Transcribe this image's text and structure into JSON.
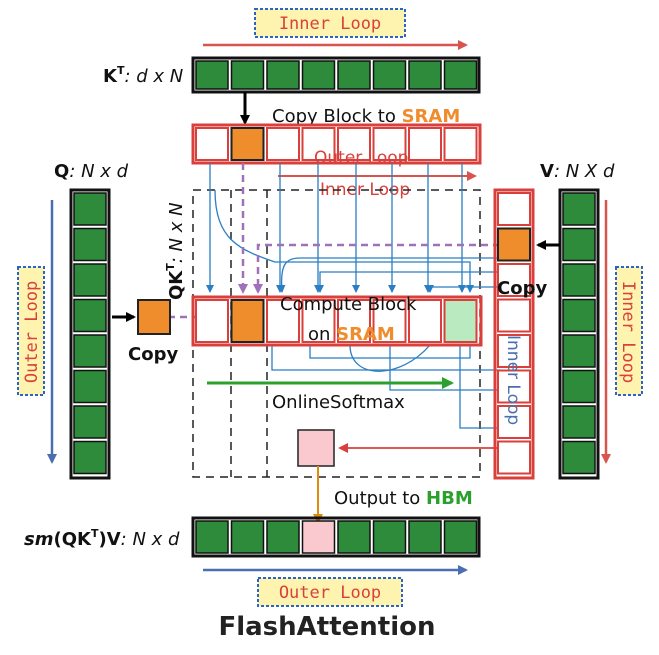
{
  "title": "FlashAttention",
  "colors": {
    "green": "#2e8b3c",
    "orange": "#ef8c2c",
    "red": "#d9403c",
    "blue": "#4a6fb0",
    "arrow_blue": "#2a7ec4",
    "purple": "#a070b8",
    "light_green": "#b9eac0",
    "pink": "#f9c9cf",
    "tag_yellow": "#fff3b0",
    "tag_blue_border": "#2a64c4",
    "loop_red": "#d9534f"
  },
  "labels": {
    "kt_bold": "K",
    "kt_sup": "T",
    "kt_dims": ": d x N",
    "q_bold": "Q",
    "q_dims": ": N x d",
    "v_bold": "V",
    "v_dims": ": N X d",
    "qkt_bold": "QK",
    "qkt_sup": "T",
    "qkt_dims": ": N x N",
    "out_sm": "sm",
    "out_mid": "(QK",
    "out_sup": "T",
    "out_tail": ")V",
    "out_dims": ": N x d"
  },
  "tags": {
    "inner_loop_top": "Inner Loop",
    "outer_loop_bottom": "Outer Loop",
    "outer_loop_left": "Outer Loop",
    "inner_loop_right": "Inner Loop"
  },
  "annotations": {
    "copy_block_prefix": "Copy Block to ",
    "copy_block_hl": "SRAM",
    "outer_loop_red": "Outer Loop",
    "inner_loop_red": "Inner Loop",
    "copy_left": "Copy",
    "copy_right": "Copy",
    "compute_prefix": "Compute Block",
    "compute_on": "on ",
    "compute_hl": "SRAM",
    "inner_loop_blue": "Inner Loop",
    "online_softmax": "OnlineSoftmax",
    "output_prefix": "Output to ",
    "output_hl": "HBM"
  }
}
